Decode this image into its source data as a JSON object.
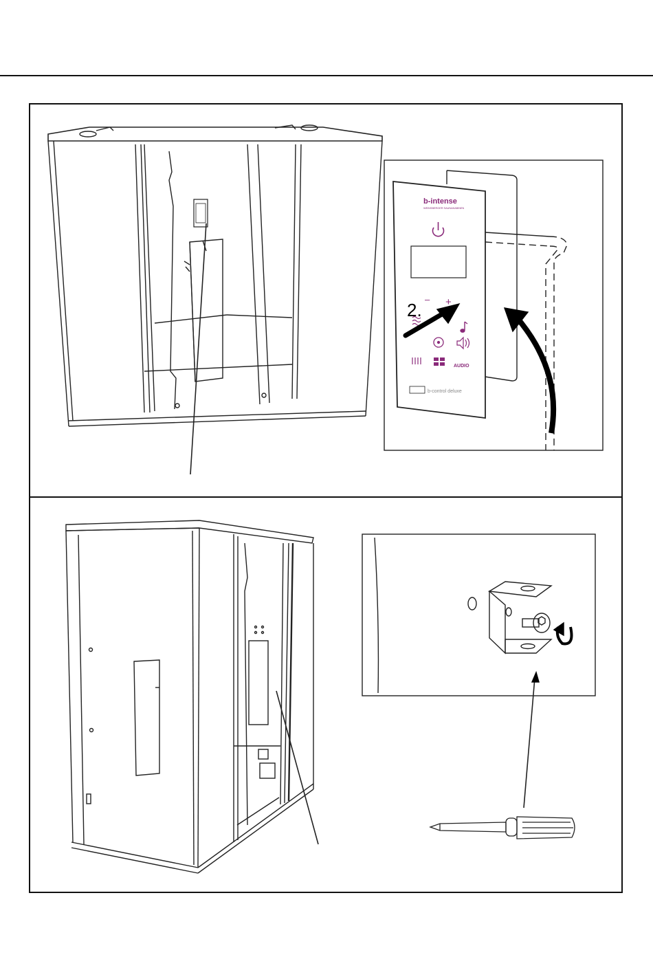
{
  "control_panel": {
    "brand": "b-intense",
    "brand_sub": "WEINSBERGER SAUNAKABINEN",
    "step": "2.",
    "minus": "–",
    "plus": "+",
    "audio": "AUDIO",
    "model": "b-control deluxe",
    "accent_color": "#8a2a7a"
  },
  "icons": [
    "power-icon",
    "heat-icon",
    "fan-icon",
    "music-icon",
    "speaker-icon",
    "light-icon",
    "grid-icon"
  ]
}
